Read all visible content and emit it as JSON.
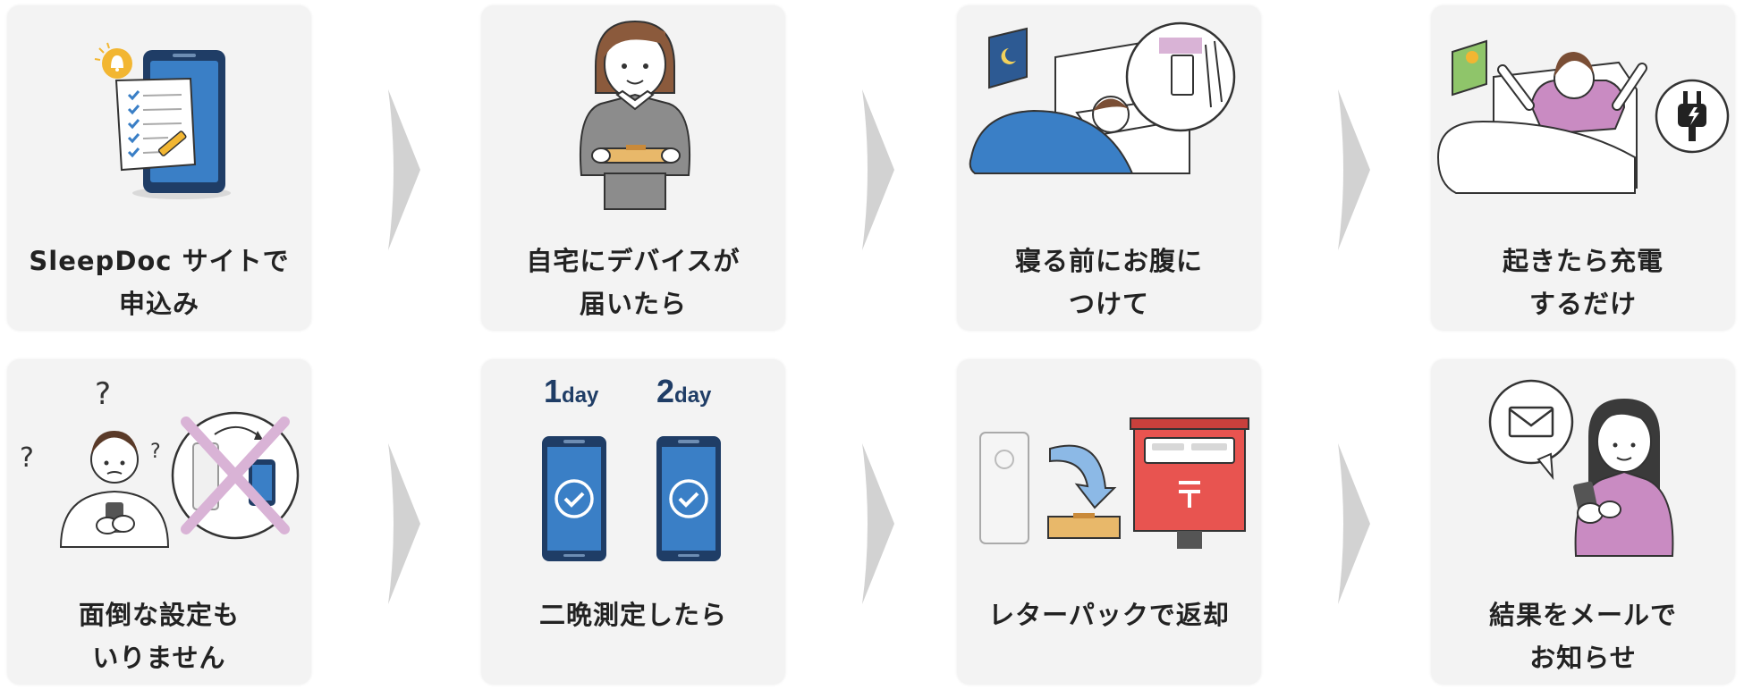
{
  "colors": {
    "card_bg": "#f3f3f3",
    "arrow": "#d2d2d2",
    "phone_blue": "#3a7fc6",
    "phone_frame": "#1f3d66",
    "postbox_red": "#e85450",
    "sweater_pink": "#c98bc2"
  },
  "steps": [
    {
      "line1": "SleepDoc サイトで",
      "line2": "申込み"
    },
    {
      "line1": "自宅にデバイスが",
      "line2": "届いたら"
    },
    {
      "line1": "寝る前にお腹に",
      "line2": "つけて"
    },
    {
      "line1": "起きたら充電",
      "line2": "するだけ"
    },
    {
      "line1": "面倒な設定も",
      "line2": "いりません"
    },
    {
      "line1": "二晩測定したら",
      "line2": ""
    },
    {
      "line1": "レターパックで返却",
      "line2": ""
    },
    {
      "line1": "結果をメールで",
      "line2": "お知らせ"
    }
  ],
  "day_labels": {
    "day1_num": "1",
    "day1_unit": "day",
    "day2_num": "2",
    "day2_unit": "day"
  },
  "icons": [
    "phone-checklist-icon",
    "person-with-package-icon",
    "sleeping-in-bed-icon",
    "waking-up-charging-icon",
    "confused-no-setup-icon",
    "two-phones-check-icon",
    "letter-pack-postbox-icon",
    "email-notification-icon",
    "chevron-right-icon"
  ]
}
